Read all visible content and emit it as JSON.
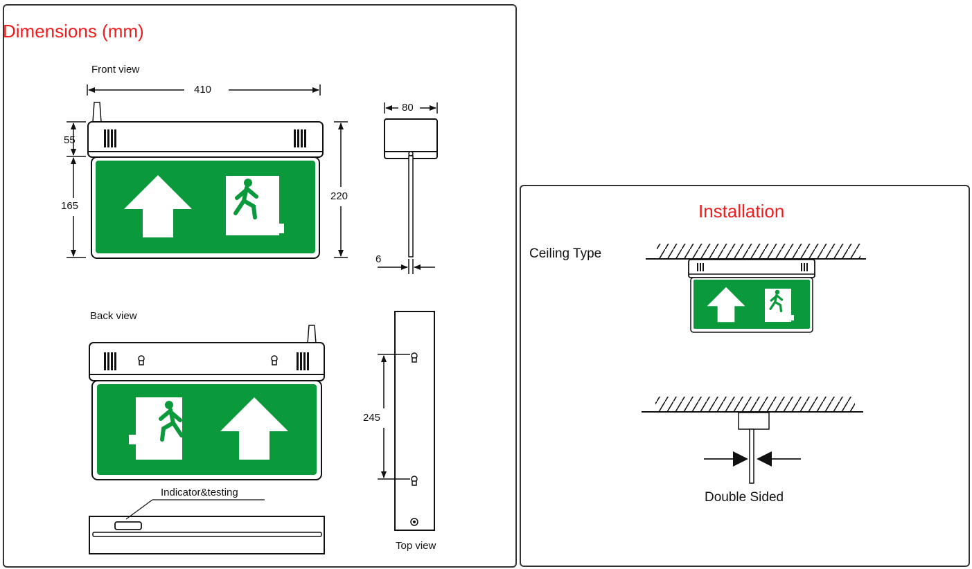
{
  "dimensions": {
    "title": "Dimensions (mm)",
    "front_view_label": "Front view",
    "back_view_label": "Back view",
    "top_view_label": "Top view",
    "indicator_label": "Indicator&testing",
    "dims": {
      "width": "410",
      "header_height": "55",
      "sign_height": "165",
      "total_height": "220",
      "depth": "80",
      "rod": "6",
      "mount_spacing": "245"
    }
  },
  "installation": {
    "title": "Installation",
    "ceiling_type_label": "Ceiling Type",
    "double_sided_label": "Double Sided"
  },
  "colors": {
    "sign_green": "#0a9a3c",
    "title_red": "#ee1c1c",
    "line": "#111111"
  },
  "icons": [
    "arrow-up-icon",
    "running-man-icon",
    "keyhole-icon",
    "vent-grille-icon",
    "hatched-ceiling-icon"
  ]
}
